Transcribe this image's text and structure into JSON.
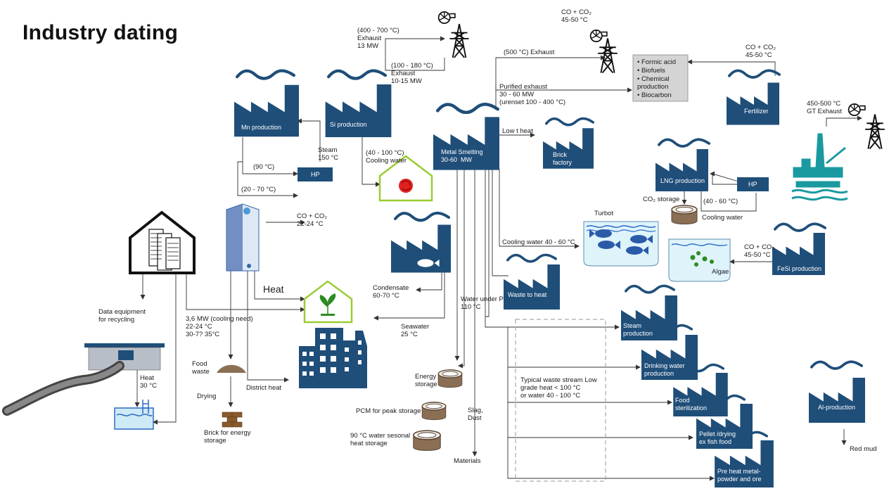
{
  "title": "Industry dating",
  "factories": {
    "mn": "Mn production",
    "si": "Si production",
    "metal": "Metal Smelting\n30-60  MW",
    "brick": "Brick\nfactory",
    "fertilizer": "Fertilizer",
    "lng": "LNG production",
    "fesi": "FeSi production",
    "waste_to_heat": "Waste to heat",
    "steam": "Steam\nproduction",
    "drinking": "Drinking water\nproduction",
    "food_sterilization": "Food\nsterilization",
    "pellet": "Pellet /drying\nex fish food",
    "preheat": "Pre heat metal-\npowder and ore",
    "al": "Al-production"
  },
  "hp_label": "HP",
  "products_box": [
    "Formic acid",
    "Biofuels",
    "Chemical\nproduction",
    "Biocarbon"
  ],
  "labels": {
    "exhaust_400": "(400 - 700 °C)\nExhaust\n13 MW",
    "exhaust_100": "(100 - 180 °C)\nExhaust\n10-15 MW",
    "co_co2_top": "CO + CO₂\n45-50 °C",
    "exhaust_500": "(500 °C) Exhaust",
    "purified": "Purified exhaust\n30 - 60 MW\n(urenset 100 - 400 °C)",
    "co_co2_fert": "CO + CO₂\n45-50 °C",
    "gt_exhaust": "450-500 °C\nGT Exhaust",
    "steam_150": "Steam\n150 °C",
    "t90": "(90 °C)",
    "t20_70": "(20 - 70 °C)",
    "cooling_si": "(40 - 100 °C)\nCooling water",
    "low_t_heat": "Low t heat",
    "co2_storage": "CO₂ storage",
    "t40_60": "(40 - 60 °C)",
    "cooling_water": "Cooling water",
    "co_co2_server": "CO + CO₂\n22-24 °C",
    "turbot": "Turbot",
    "cooling_40_60": "Cooling water 40 - 60 °C",
    "co_co2_fesi": "CO + CO₂\n45-50 °C",
    "algae": "Algae",
    "heat": "Heat",
    "condensate": "Condensate\n60-70 °C",
    "water_under_p": "Water under P\n110 °C",
    "data_equipment": "Data equipment\nfor recycling",
    "cooling_need": "3,6 MW (cooling need)\n22-24 °C\n30-7? 35°C",
    "seawater": "Seawater\n25 °C",
    "food_waste": "Food\nwaste",
    "drying": "Drying",
    "district_heat": "District heat",
    "heat_30": "Heat\n30 °C",
    "brick_energy": "Brick for energy\nstorage",
    "energy_storage": "Energy\nstorage",
    "pcm": "PCM for peak storage",
    "seasonal": "90 °C water sesonal\nheat storage",
    "slag": "Slag,\nDust",
    "materials": "Materials",
    "typical_waste": "Typical waste stream Low\ngrade heat < 100 °C\nor water 40 - 100 °C",
    "red_mud": "Red mud"
  },
  "colors": {
    "factory": "#1f4e79",
    "wave": "#1f4e79",
    "greenhouse": "#9acd32",
    "water": "#dff3fb",
    "grey_box": "#d4d4d4",
    "oil_platform": "#1a9aa0"
  }
}
